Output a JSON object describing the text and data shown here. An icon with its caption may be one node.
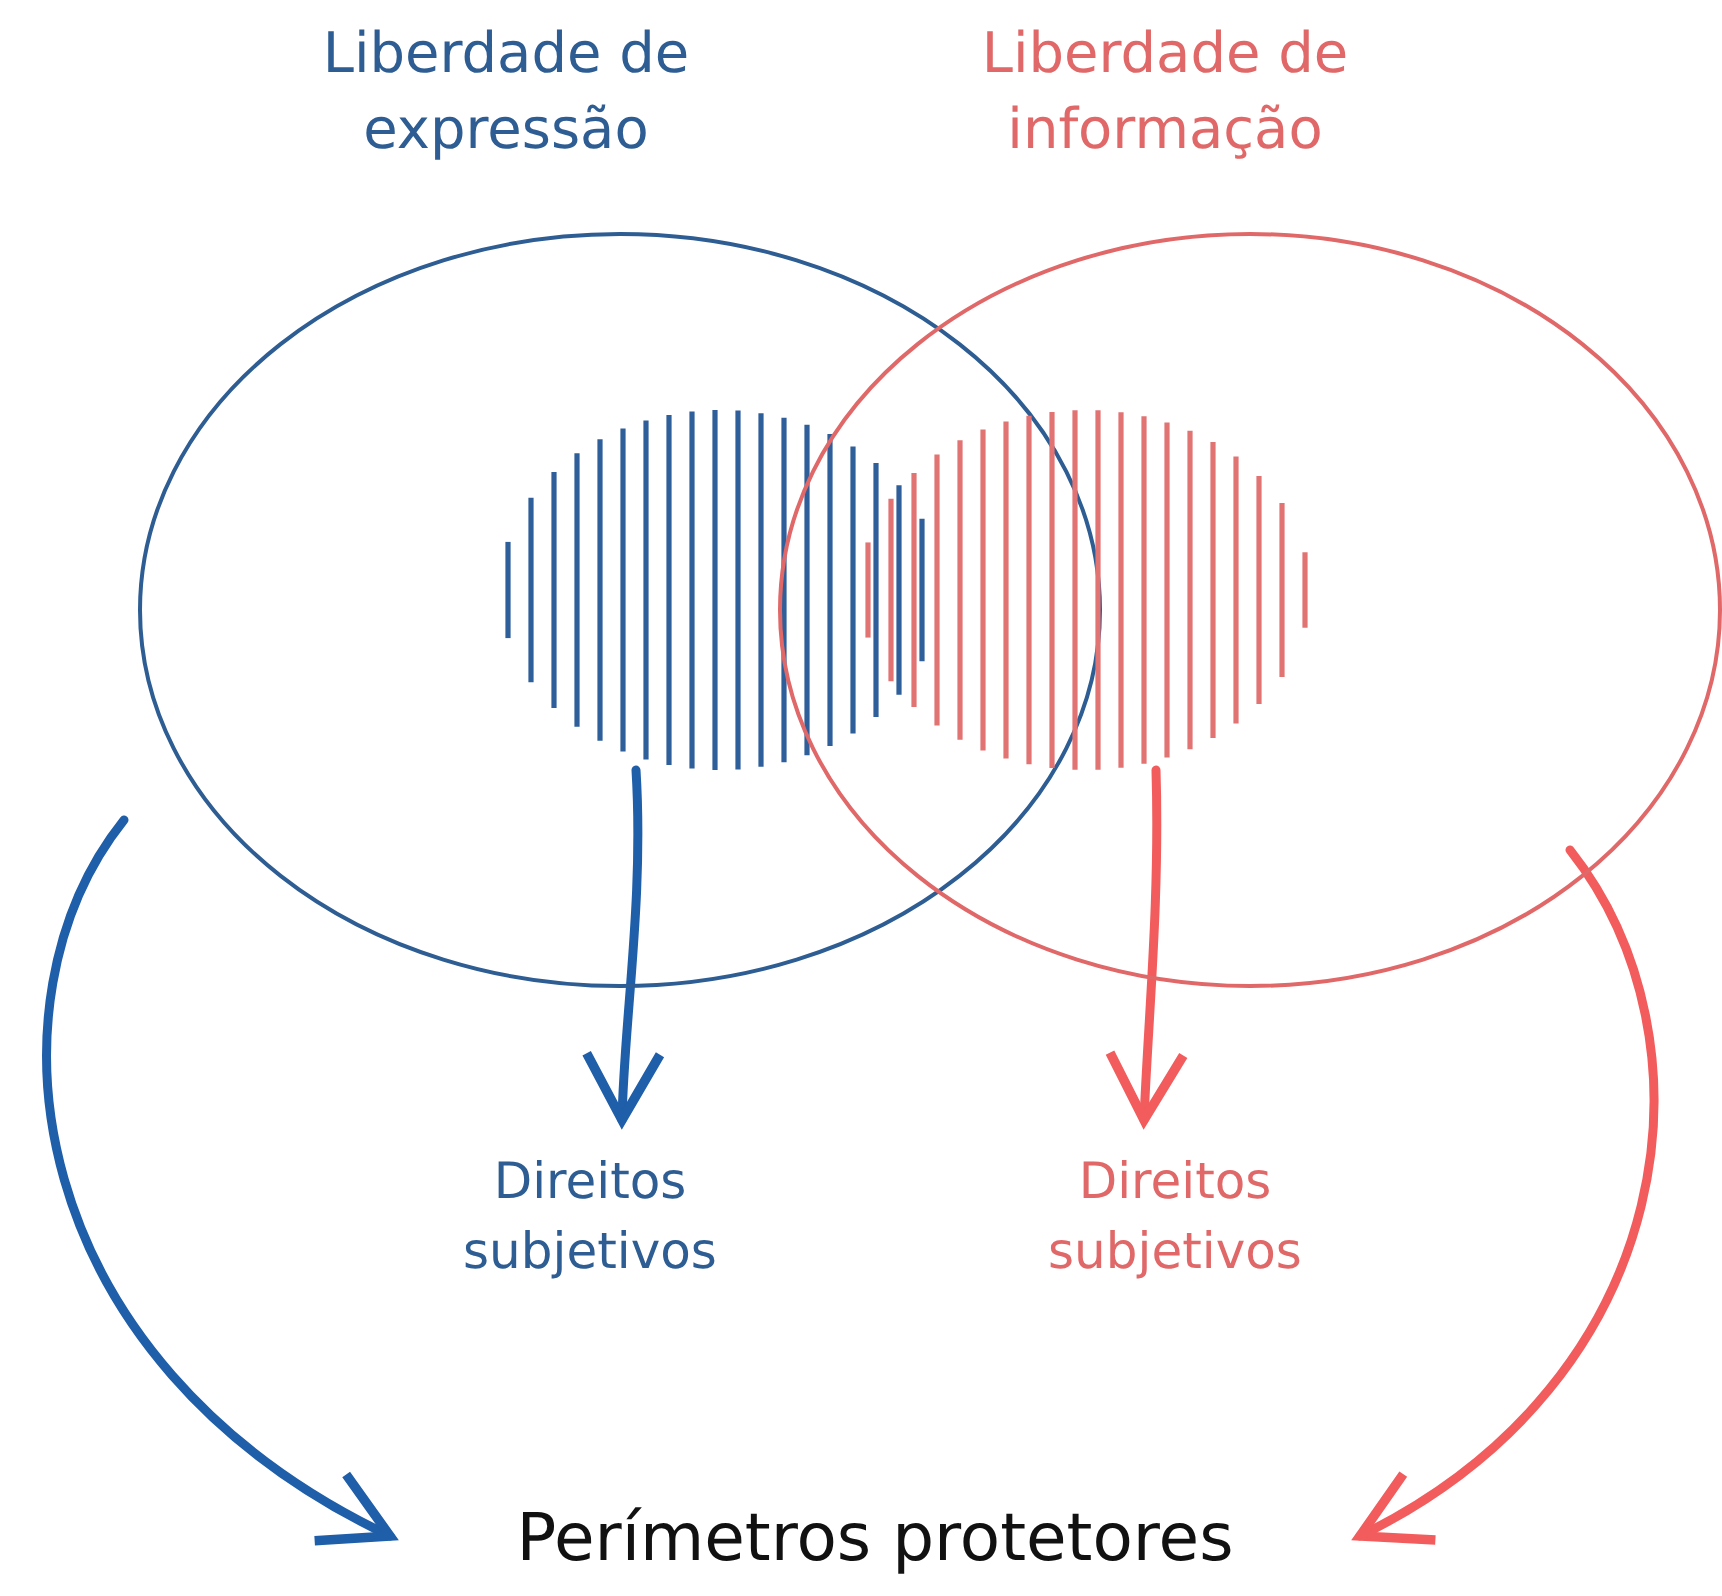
{
  "diagram": {
    "nodes": [
      {
        "text": [
          "Liberdade de expressão"
        ]
      },
      {
        "text": [
          "Liberdade de informação"
        ]
      },
      {
        "text": [],
        "shape": "ellipse",
        "in": 0
      },
      {
        "text": [],
        "shape": "ellipse",
        "in": 1
      },
      {
        "text": [
          "Direitos subjetivos"
        ]
      },
      {
        "text": [
          "Direitos subjetivos"
        ]
      },
      {
        "text": [
          "Perímetros protetores"
        ]
      }
    ],
    "edges": [
      {
        "from": 2,
        "to": 4,
        "arrow": "to",
        "color": "#1f5ea8"
      },
      {
        "from": 3,
        "to": 5,
        "arrow": "to",
        "color": "#f25c5c"
      },
      {
        "from": 0,
        "to": 6,
        "arrow": "to",
        "color": "#1f5ea8"
      },
      {
        "from": 1,
        "to": 6,
        "arrow": "to",
        "color": "#f25c5c"
      }
    ]
  }
}
